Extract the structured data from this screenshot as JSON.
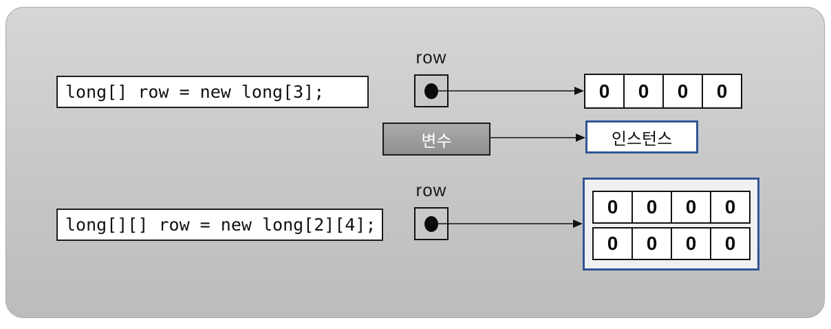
{
  "top_section": {
    "code": "long[] row = new long[3];",
    "ref_label": "row",
    "array_cells": [
      "0",
      "0",
      "0",
      "0"
    ]
  },
  "legend": {
    "variable_label": "변수",
    "instance_label": "인스턴스"
  },
  "bottom_section": {
    "code": "long[][] row = new long[2][4];",
    "ref_label": "row",
    "array_rows": [
      [
        "0",
        "0",
        "0",
        "0"
      ],
      [
        "0",
        "0",
        "0",
        "0"
      ]
    ]
  },
  "colors": {
    "accent_border": "#2f5496",
    "frame_fill_top": "#d6d6d6",
    "frame_fill_bottom": "#bcbcbc",
    "variable_box_fill": "#9e9e9e",
    "cell_border": "#111111"
  }
}
